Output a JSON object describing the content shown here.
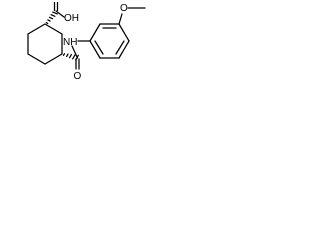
{
  "molecule": {
    "labels": {
      "carboxyl": "OH",
      "carbonyl_o": "O",
      "amide_n": "NH",
      "ether_o": "O"
    }
  }
}
